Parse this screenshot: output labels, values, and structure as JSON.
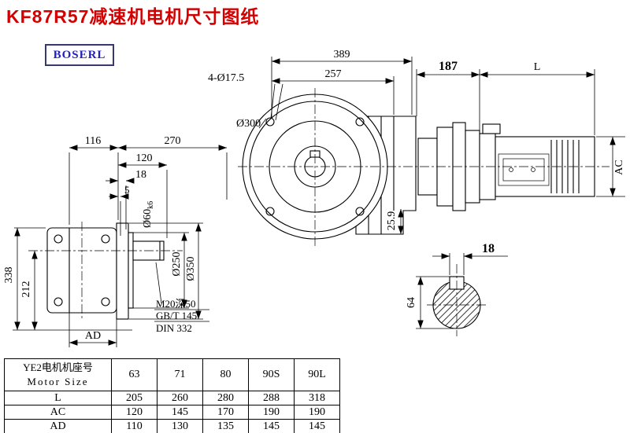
{
  "page": {
    "title": "KF87R57减速机电机尺寸图纸",
    "logo": "BOSERL"
  },
  "front_view": {
    "dim_overall": "389",
    "dim_inner": "257",
    "holes_note": "4-Ø17.5",
    "flange_dia": "Ø300",
    "dim_offset": "25.9"
  },
  "motor_view": {
    "dim_adapter": "187",
    "dim_motor_length": "L",
    "dim_motor_dia": "AC"
  },
  "shaft_view": {
    "dim_key_width": "18",
    "dim_shaft_height": "64"
  },
  "side_view": {
    "dim_116": "116",
    "dim_270": "270",
    "dim_120": "120",
    "dim_18": "18",
    "dim_5": "5",
    "shaft_dia": "Ø60",
    "shaft_tol": "k6",
    "dim_height": "338",
    "dim_center_height": "212",
    "dim_ad": "AD",
    "flange_spigot_dia": "Ø250",
    "flange_outer_dia": "Ø350",
    "note_tap": "M20深50",
    "note_std1": "GB/T 145",
    "note_std2": "DIN 332"
  },
  "table": {
    "header_cn": "YE2电机机座号",
    "header_en": "Motor Size",
    "sizes": [
      "63",
      "71",
      "80",
      "90S",
      "90L"
    ],
    "rows": [
      {
        "label": "L",
        "values": [
          "205",
          "260",
          "280",
          "288",
          "318"
        ]
      },
      {
        "label": "AC",
        "values": [
          "120",
          "145",
          "170",
          "190",
          "190"
        ]
      },
      {
        "label": "AD",
        "values": [
          "110",
          "130",
          "135",
          "145",
          "145"
        ]
      }
    ]
  },
  "colors": {
    "title_red": "#d40000",
    "logo_blue": "#2020c0",
    "line_black": "#000000"
  }
}
